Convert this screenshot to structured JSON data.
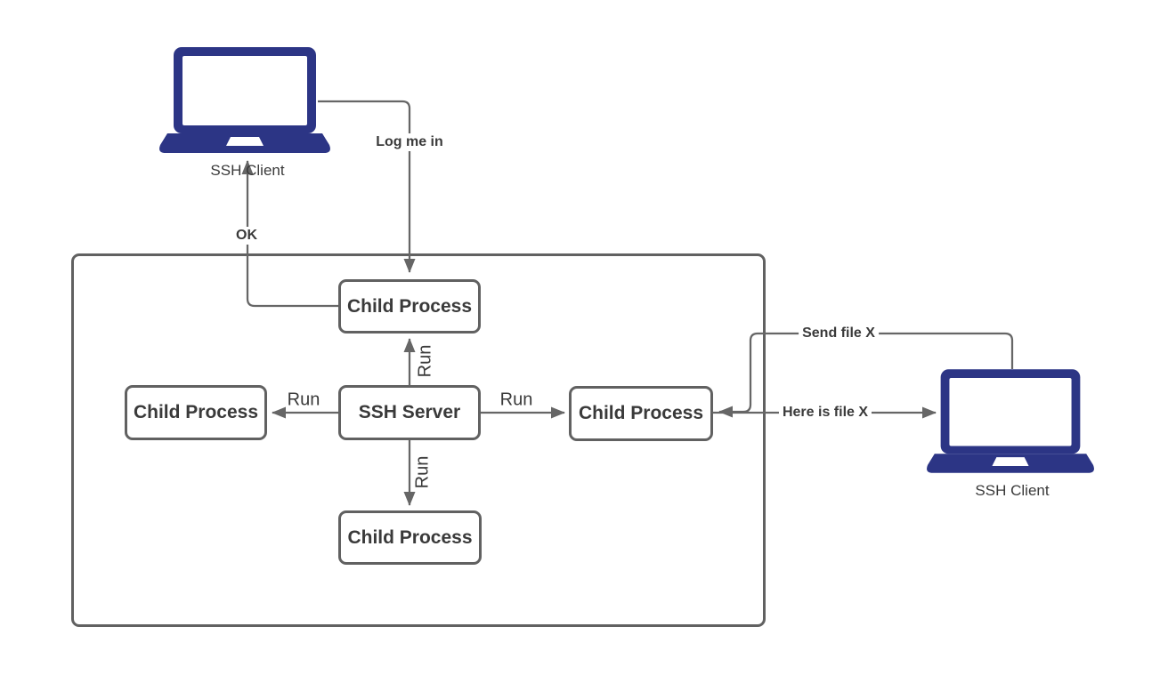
{
  "diagram": {
    "nodes": {
      "child_top": {
        "label": "Child Process"
      },
      "child_left": {
        "label": "Child Process"
      },
      "server": {
        "label": "SSH Server"
      },
      "child_right": {
        "label": "Child Process"
      },
      "child_bottom": {
        "label": "Child Process"
      }
    },
    "clients": {
      "left": {
        "label": "SSH Client"
      },
      "right": {
        "label": "SSH Client"
      }
    },
    "edge_labels": {
      "log_me_in": "Log me in",
      "ok": "OK",
      "run_left": "Run",
      "run_right": "Run",
      "run_up": "Run",
      "run_down": "Run",
      "send_file": "Send file X",
      "here_is_file": "Here is file X"
    },
    "colors": {
      "line": "#666666",
      "box_border": "#616161",
      "text": "#3a3a3a",
      "laptop": "#2c3585",
      "background": "#ffffff"
    }
  }
}
